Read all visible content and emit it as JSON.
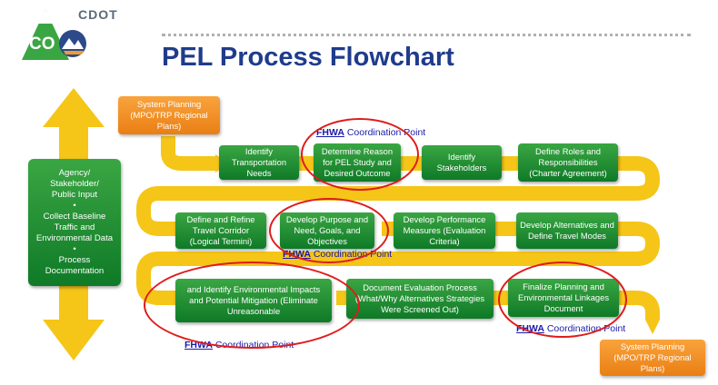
{
  "header": {
    "logo_text": "CDOT",
    "logo_mark": "CO",
    "title": "PEL Process Flowchart"
  },
  "left_panel": {
    "lines": [
      "Agency/",
      "Stakeholder/",
      "Public Input",
      "•",
      "Collect Baseline",
      "Traffic and",
      "Environmental Data",
      "•",
      "Process",
      "Documentation"
    ]
  },
  "start_box": "System Planning (MPO/TRP Regional Plans)",
  "end_box": "System Planning (MPO/TRP Regional Plans)",
  "row1": [
    "Identify Transportation Needs",
    "Determine Reason for PEL Study and Desired Outcome",
    "Identify Stakeholders",
    "Define Roles and Responsibilities (Charter Agreement)"
  ],
  "row2": [
    "Define and Refine Travel Corridor (Logical Termini)",
    "Develop Purpose and Need, Goals, and Objectives",
    "Develop Performance Measures (Evaluation Criteria)",
    "Develop Alternatives and Define Travel Modes"
  ],
  "row3": [
    "and Identify Environmental Impacts and Potential Mitigation (Eliminate Unreasonable",
    "Document Evaluation Process (What/Why Alternatives Strategies Were Screened Out)",
    "Finalize Planning and Environmental Linkages Document"
  ],
  "coordination": {
    "prefix": "FHWA",
    "suffix": " Coordination Point"
  },
  "colors": {
    "arrow": "#f5c518",
    "green": "#1a8a2e",
    "orange": "#f29a2e",
    "highlight": "#e01b1b",
    "title": "#1f3c8c"
  }
}
